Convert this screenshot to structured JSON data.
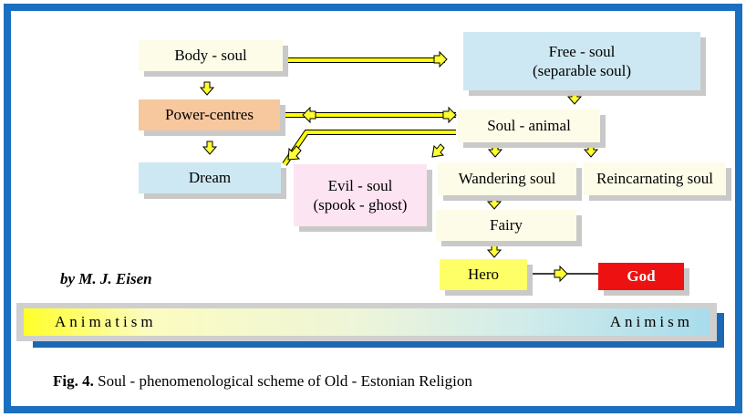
{
  "nodes": {
    "body_soul": "Body - soul",
    "free_soul_line1": "Free - soul",
    "free_soul_line2": "(separable soul)",
    "power_centres": "Power-centres",
    "soul_animal": "Soul - animal",
    "dream": "Dream",
    "evil_soul_line1": "Evil - soul",
    "evil_soul_line2": "(spook - ghost)",
    "wandering_soul": "Wandering soul",
    "reincarnating_soul": "Reincarnating soul",
    "fairy": "Fairy",
    "hero": "Hero",
    "god": "God"
  },
  "credit": "by M. J. Eisen",
  "band": {
    "left": "Animatism",
    "right": "Animism"
  },
  "caption": {
    "label": "Fig. 4.",
    "text": " Soul - phenomenological scheme of Old - Estonian Religion"
  },
  "colors": {
    "frame": "#1b6fbf",
    "connector": "#ffff00",
    "god": "#ee1111",
    "hero": "#fefe66",
    "power_centres": "#f7c79e",
    "evil_soul": "#fde4f2",
    "sky_boxes": "#cde8f2"
  }
}
